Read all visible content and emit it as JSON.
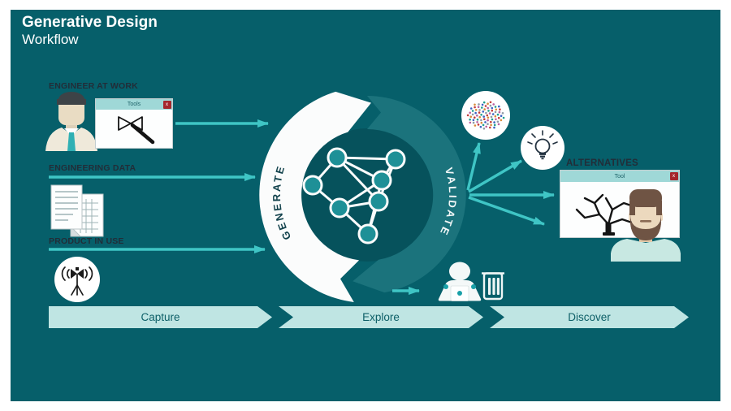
{
  "title": {
    "line1": "Generative Design",
    "line2": "Workflow"
  },
  "inputs": {
    "engineer": {
      "label": "ENGINEER AT WORK"
    },
    "data": {
      "label": "ENGINEERING DATA"
    },
    "product": {
      "label": "PRODUCT IN USE"
    }
  },
  "cycle": {
    "generate_label": "GENERATE",
    "validate_label": "VALIDATE"
  },
  "tools_window": {
    "title": "Tools",
    "close_label": "x"
  },
  "alternatives": {
    "label": "ALTERNATIVES",
    "window_title": "Tool",
    "close_label": "x"
  },
  "stages": {
    "capture": "Capture",
    "explore": "Explore",
    "discover": "Discover"
  },
  "colors": {
    "panel_bg": "#065f6a",
    "inner_circle": "#06525c",
    "validate_arc": "#1b737c",
    "white_arc": "#fbfcfc",
    "accent_arrow": "#3fc5c5",
    "node_fill": "#1e9097",
    "band_fill": "#bfe5e3",
    "band_text": "#0d5f67",
    "label_text": "#222d38",
    "close_button": "#a5262c",
    "window_bar": "#9fd8d7"
  }
}
